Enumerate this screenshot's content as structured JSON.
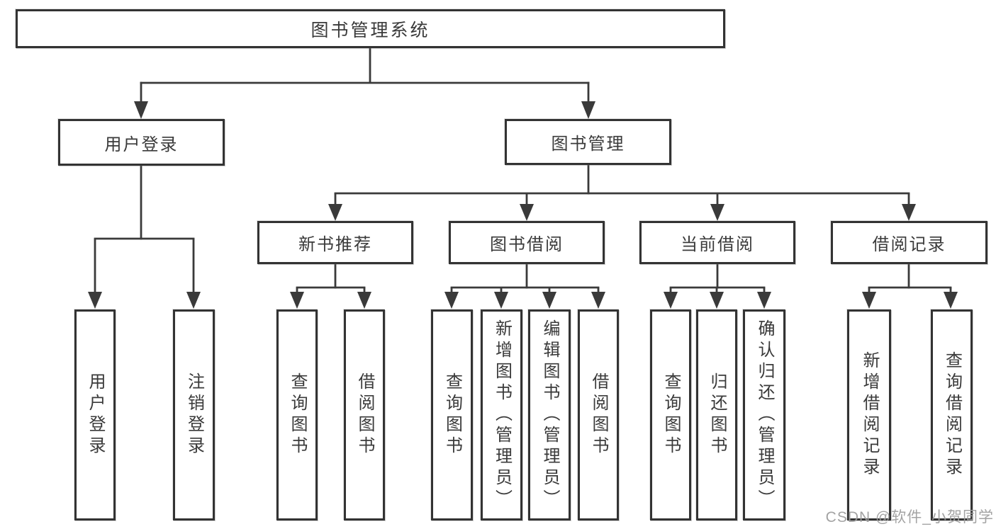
{
  "diagram_title": "图书管理系统",
  "nodes": {
    "root": "图书管理系统",
    "user_login": "用户登录",
    "book_mgmt": "图书管理",
    "new_book_rec": "新书推荐",
    "book_borrow": "图书借阅",
    "current_borrow": "当前借阅",
    "borrow_records": "借阅记录",
    "leaf_user_login": "用户登录",
    "leaf_logout": "注销登录",
    "leaf_rec_query_books": "查询图书",
    "leaf_rec_borrow_books": "借阅图书",
    "leaf_bb_query_books": "查询图书",
    "leaf_bb_add_books": "新增图书（管理员）",
    "leaf_bb_edit_books": "编辑图书（管理员）",
    "leaf_bb_borrow_books": "借阅图书",
    "leaf_cb_query_books": "查询图书",
    "leaf_cb_return_books": "归还图书",
    "leaf_cb_confirm_return": "确认归还（管理员）",
    "leaf_br_add_record": "新增借阅记录",
    "leaf_br_query_record": "查询借阅记录"
  },
  "hierarchy": {
    "图书管理系统": {
      "用户登录": [
        "用户登录",
        "注销登录"
      ],
      "图书管理": {
        "新书推荐": [
          "查询图书",
          "借阅图书"
        ],
        "图书借阅": [
          "查询图书",
          "新增图书（管理员）",
          "编辑图书（管理员）",
          "借阅图书"
        ],
        "当前借阅": [
          "查询图书",
          "归还图书",
          "确认归还（管理员）"
        ],
        "借阅记录": [
          "新增借阅记录",
          "查询借阅记录"
        ]
      }
    }
  },
  "watermark": "CSDN @软件_小贺同学",
  "colors": {
    "line": "#3a3a3a",
    "border": "#333333",
    "text": "#3a3a3a",
    "background": "#ffffff",
    "watermark": "#9e9e9e"
  }
}
